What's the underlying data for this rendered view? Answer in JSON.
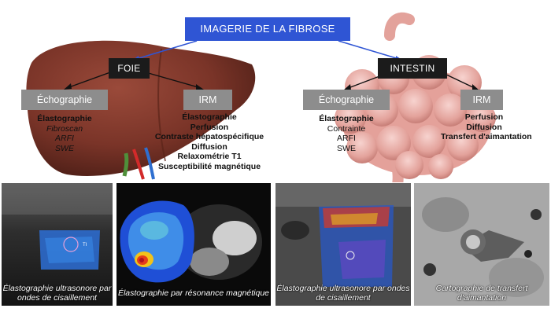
{
  "title": "IMAGERIE DE LA FIBROSE",
  "liver": {
    "label": "FOIE",
    "echo": {
      "label": "Échographie",
      "items": [
        "Élastographie",
        "Fibroscan",
        "ARFI",
        "SWE"
      ]
    },
    "mri": {
      "label": "IRM",
      "items": [
        "Élastographie",
        "Perfusion",
        "Contraste hépatospécifique",
        "Diffusion",
        "Relaxométrie T1",
        "Susceptibilité magnétique"
      ]
    }
  },
  "intestine": {
    "label": "INTESTIN",
    "echo": {
      "label": "Échographie",
      "items": [
        "Élastographie",
        "Contrainte",
        "ARFI",
        "SWE"
      ]
    },
    "mri": {
      "label": "IRM",
      "items": [
        "Perfusion",
        "Diffusion",
        "Transfert d'aimantation"
      ]
    }
  },
  "panels": [
    {
      "caption": "Élastographie ultrasonore par ondes de cisaillement",
      "marker": "TI"
    },
    {
      "caption": "Élastographie par résonance magnétique"
    },
    {
      "caption": "Élastographie ultrasonore par ondes de cisaillement"
    },
    {
      "caption": "Cartographie de transfert d'aimantation"
    }
  ],
  "colors": {
    "title_box": "#2f55d4",
    "organ_box": "#1b1b1b",
    "modality_box": "#8d8d8d",
    "liver": "#7a3428",
    "intestine": "#e8a6a0"
  }
}
